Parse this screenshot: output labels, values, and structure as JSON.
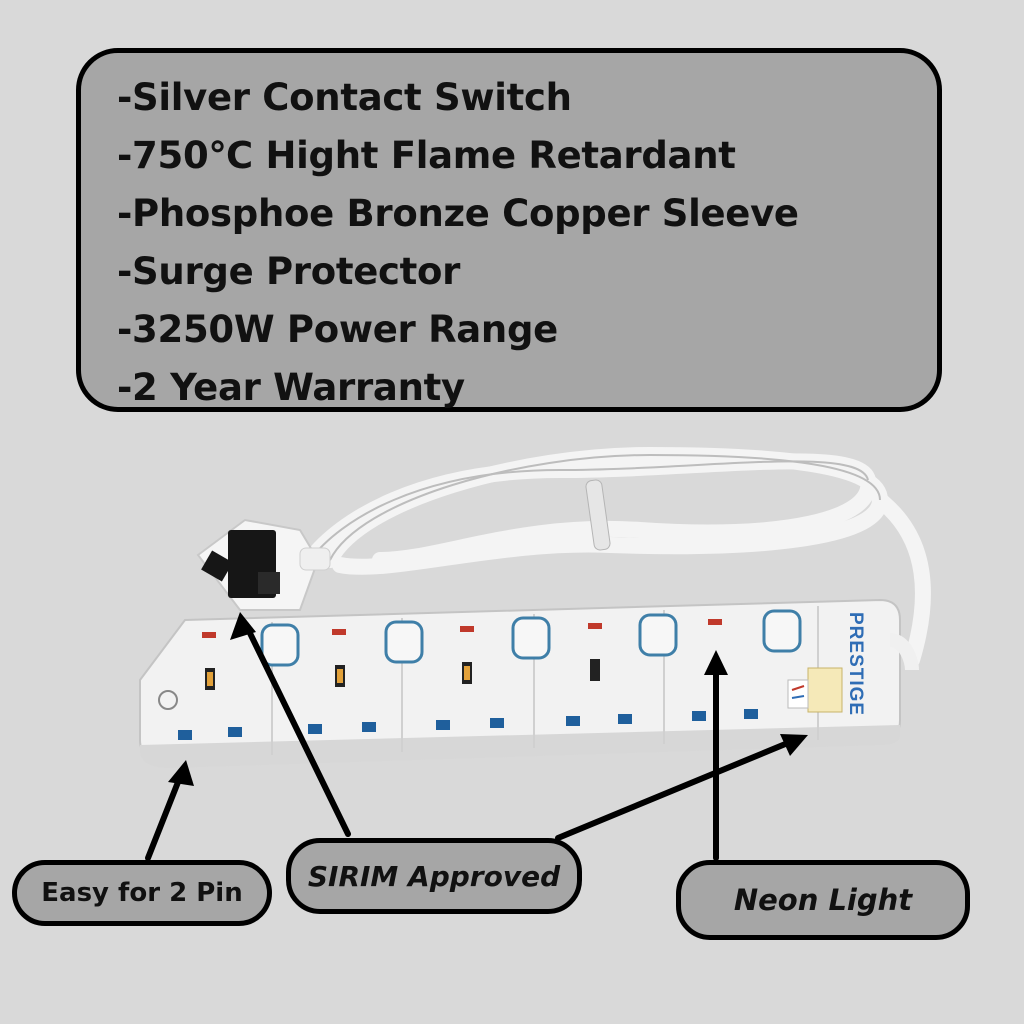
{
  "features": [
    "-Silver Contact Switch",
    "-750℃ Hight Flame Retardant",
    "-Phosphoe Bronze Copper Sleeve",
    "-Surge Protector",
    "-3250W Power Range",
    "-2 Year Warranty"
  ],
  "brand_label": "PRESTIGE",
  "callouts": {
    "two_pin": "Easy for 2 Pin",
    "sirim": "SIRIM Approved",
    "neon": "Neon Light"
  },
  "colors": {
    "background": "#d9d9d9",
    "box_fill": "#a6a6a6",
    "border": "#000000",
    "brand": "#2f6db5",
    "indicator": "#c0392b",
    "socket_shutter": "#1f5f9c"
  }
}
